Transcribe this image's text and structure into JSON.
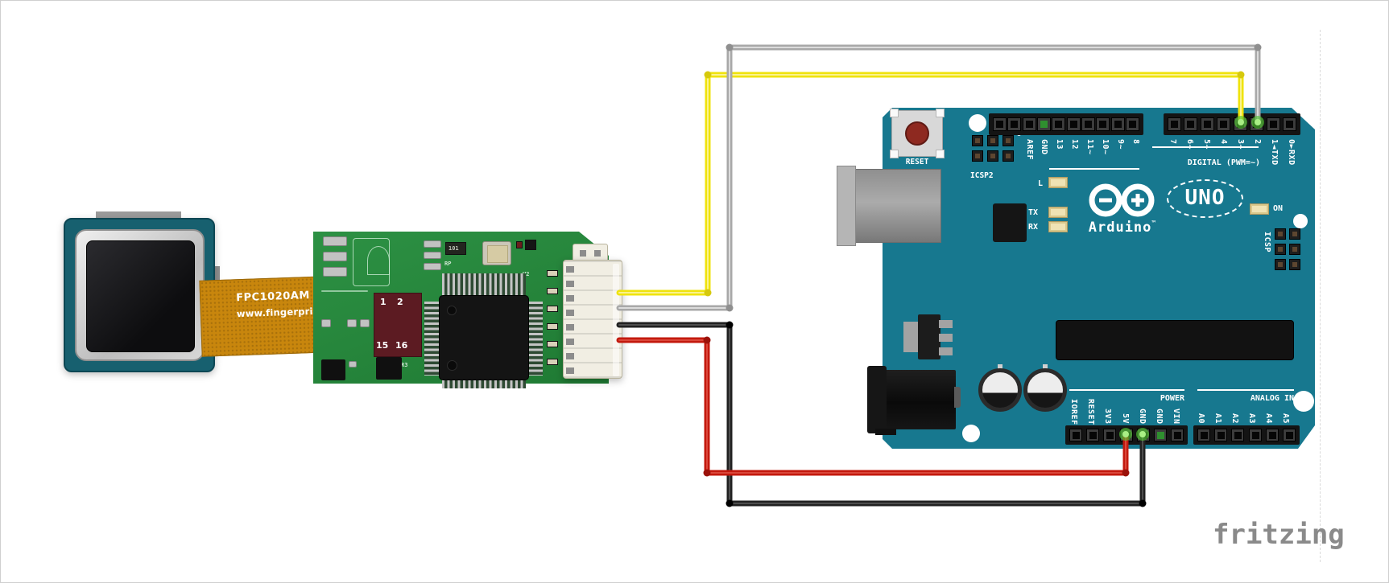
{
  "watermark": "fritzing",
  "sensor": {
    "flex_label_line1": "FPC1020AM",
    "flex_label_line2": "www.fingerprints.com",
    "connector_pins": [
      "1",
      "2",
      "15",
      "16"
    ],
    "pcb_micro_labels": [
      "101",
      "RP",
      "U2",
      "R3",
      "RP"
    ]
  },
  "arduino": {
    "reset_label": "RESET",
    "icsp2_label": "ICSP2",
    "icsp_label": "ICSP",
    "digital_caption": "DIGITAL (PWM=~)",
    "power_caption": "POWER",
    "analog_caption": "ANALOG IN",
    "led_l": "L",
    "led_tx": "TX",
    "led_rx": "RX",
    "led_on": "ON",
    "brand": "Arduino",
    "brand_tm": "™",
    "model": "UNO",
    "digital_labels_left": [
      "AREF",
      "GND",
      "13",
      "12",
      "11~",
      "10~",
      "9~",
      "8"
    ],
    "digital_labels_right": [
      "7",
      "6~",
      "5~",
      "4",
      "3~",
      "2"
    ],
    "pin1_label": "1◄TXD",
    "pin0_label": "0►RXD",
    "power_labels": [
      "IOREF",
      "RESET",
      "3V3",
      "5V",
      "GND",
      "GND",
      "VIN"
    ],
    "analog_labels": [
      "A0",
      "A1",
      "A2",
      "A3",
      "A4",
      "A5"
    ]
  },
  "wires": [
    {
      "name": "yellow",
      "arduino_pin": "3~",
      "color": "#efe30e",
      "highlight": "#fbf6a2",
      "joint": "#d6c90c"
    },
    {
      "name": "white",
      "arduino_pin": "2",
      "color": "#a8a8a8",
      "highlight": "#e0e0e0",
      "joint": "#8f8f8f"
    },
    {
      "name": "black",
      "arduino_pin": "GND",
      "color": "#212121",
      "highlight": "#626262",
      "joint": "#000000"
    },
    {
      "name": "red",
      "arduino_pin": "5V",
      "color": "#c3190e",
      "highlight": "#e2574a",
      "joint": "#9b120a"
    }
  ],
  "colors": {
    "board_teal": "#17788f",
    "pcb_green": "#27873c",
    "flex_orange": "#c8860d",
    "connector_maroon": "#5c1b22",
    "connection_glow": "#52c433"
  }
}
